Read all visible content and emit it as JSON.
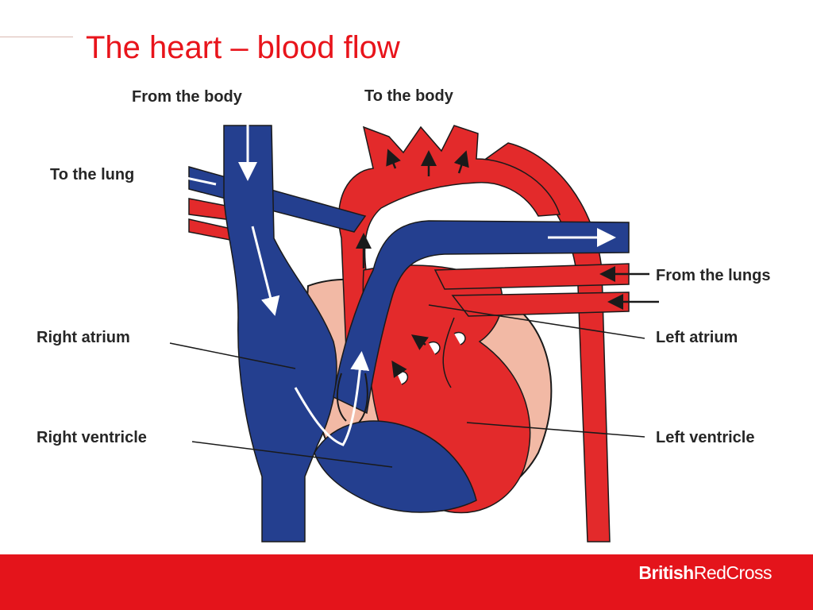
{
  "slide": {
    "title": "The heart – blood flow"
  },
  "diagram": {
    "labels": {
      "from_the_body": "From the body",
      "to_the_body": "To the body",
      "to_the_lung": "To the lung",
      "from_the_lungs": "From the lungs",
      "right_atrium": "Right atrium",
      "left_atrium": "Left atrium",
      "right_ventricle": "Right ventricle",
      "left_ventricle": "Left ventricle"
    },
    "colors": {
      "oxygenated_blood": "#e32a2b",
      "deoxygenated_blood": "#243f8f",
      "heart_wall": "#f2b9a5",
      "outline": "#1a1a1a"
    }
  },
  "footer": {
    "brand_part1": "British",
    "brand_part2": "RedCross",
    "bar_color": "#e4141b"
  }
}
